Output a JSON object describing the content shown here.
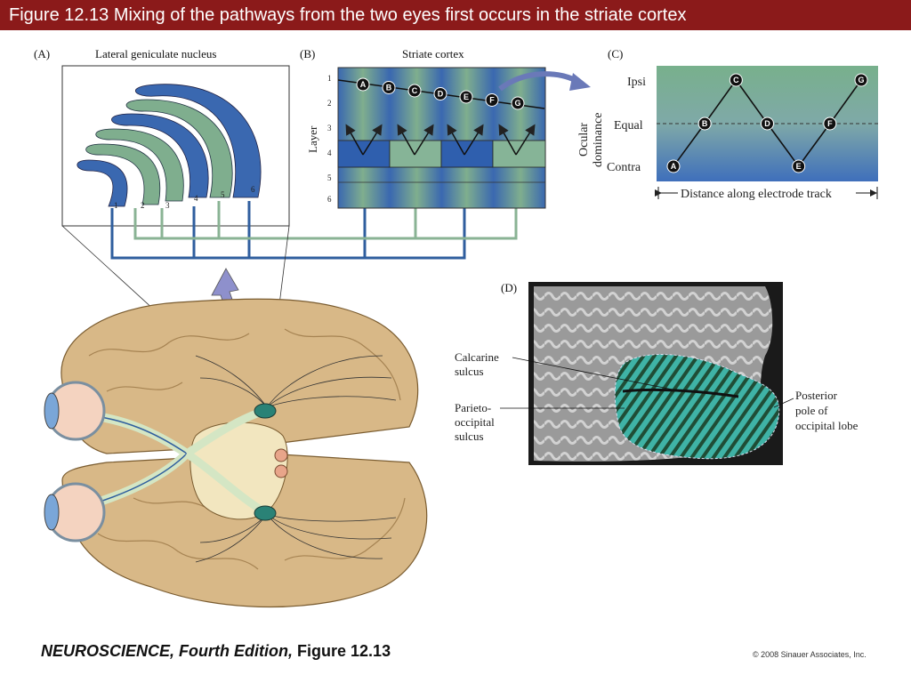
{
  "title": "Figure 12.13  Mixing of the pathways from the two eyes first occurs in the striate cortex",
  "panelA": {
    "letter": "(A)",
    "heading": "Lateral geniculate nucleus",
    "layers": [
      "1",
      "2",
      "3",
      "4",
      "5",
      "6"
    ]
  },
  "panelB": {
    "letter": "(B)",
    "heading": "Striate cortex",
    "axis_label": "Layer",
    "layers": [
      "1",
      "2",
      "3",
      "4",
      "5",
      "6"
    ],
    "sites": [
      "A",
      "B",
      "C",
      "D",
      "E",
      "F",
      "G"
    ]
  },
  "panelC": {
    "letter": "(C)",
    "ylabel_line1": "Ocular",
    "ylabel_line2": "dominance",
    "levels": [
      "Ipsi",
      "Equal",
      "Contra"
    ],
    "xlabel": "Distance along electrode track",
    "points": [
      {
        "site": "A",
        "level": "Contra"
      },
      {
        "site": "B",
        "level": "Equal"
      },
      {
        "site": "C",
        "level": "Ipsi"
      },
      {
        "site": "D",
        "level": "Equal"
      },
      {
        "site": "E",
        "level": "Contra"
      },
      {
        "site": "F",
        "level": "Equal"
      },
      {
        "site": "G",
        "level": "Ipsi"
      }
    ]
  },
  "panelD": {
    "letter": "(D)",
    "calcarine": [
      "Calcarine",
      "sulcus"
    ],
    "parieto": [
      "Parieto-",
      "occipital",
      "sulcus"
    ],
    "posterior": [
      "Posterior",
      "pole of",
      "occipital lobe"
    ]
  },
  "footer": {
    "book": "NEUROSCIENCE,",
    "edition": "Fourth Edition,",
    "figure": "Figure 12.13",
    "copyright": "© 2008 Sinauer Associates, Inc."
  },
  "colors": {
    "title_bg": "#8b1a1a",
    "blue": "#3a68b0",
    "green": "#7fae8e",
    "brain": "#d8b887",
    "teal": "#3fb3a6"
  }
}
